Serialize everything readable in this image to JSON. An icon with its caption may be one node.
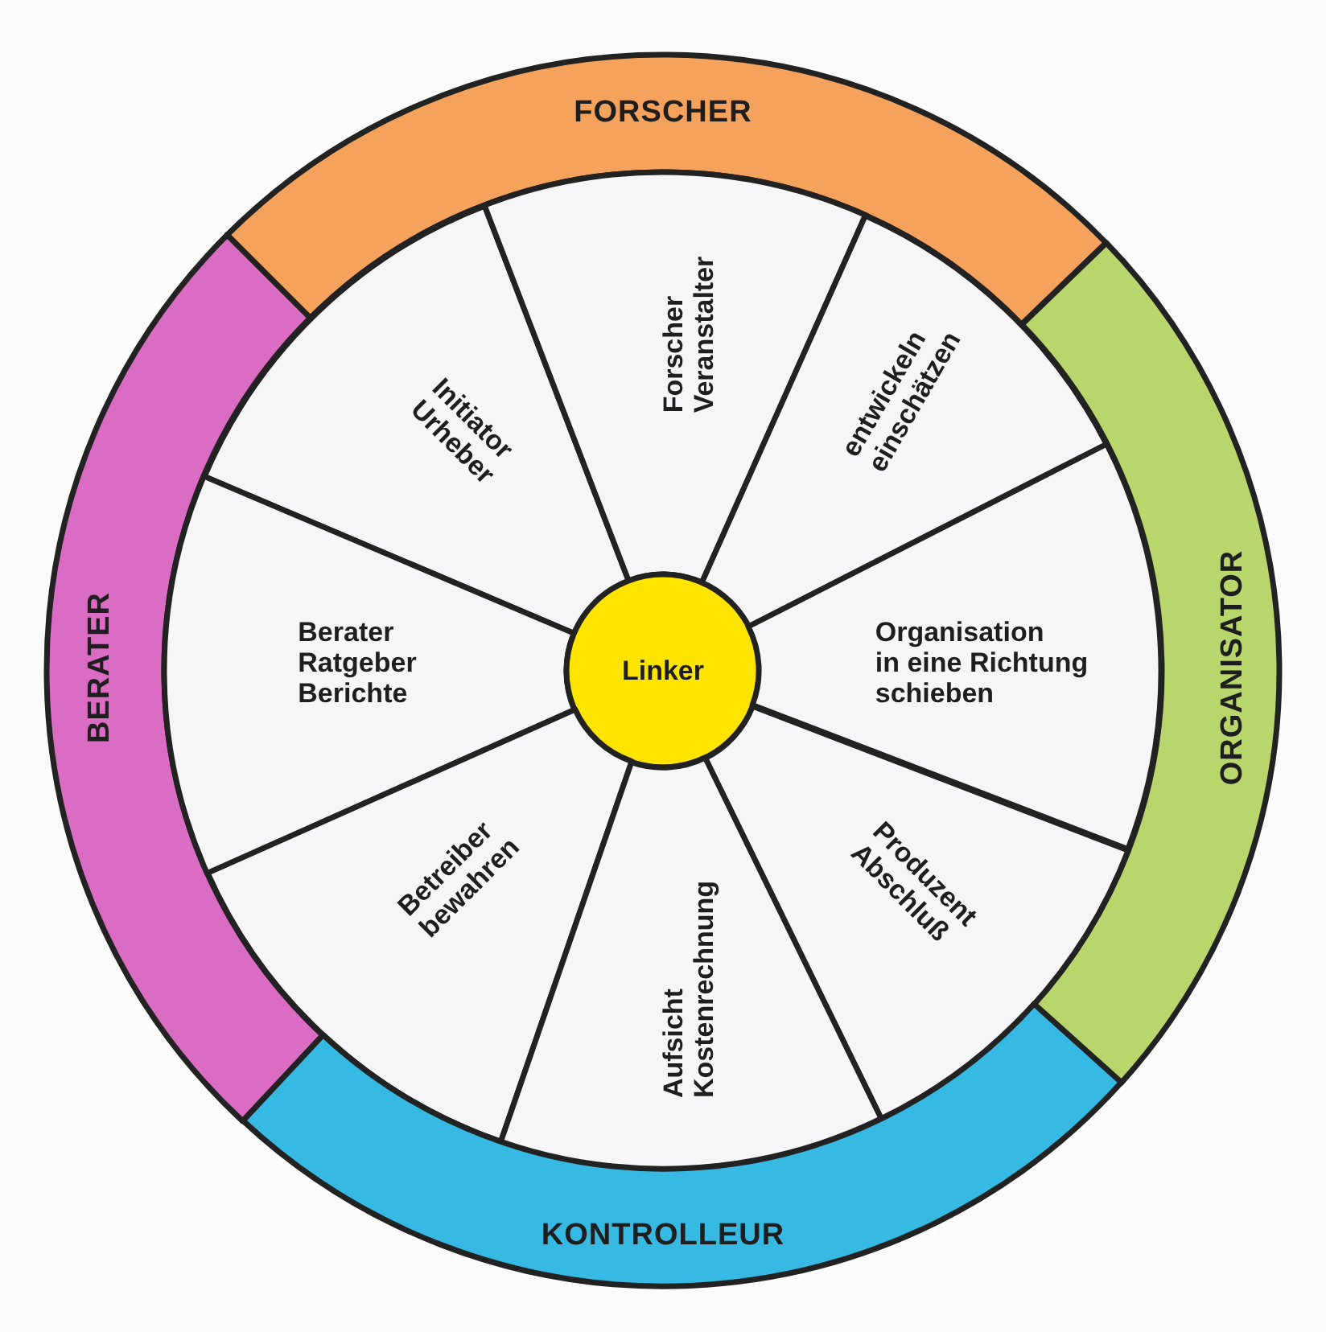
{
  "diagram": {
    "nodes": [
      {
        "text": [
          "FORSCHER"
        ]
      },
      {
        "text": [
          "Initiator",
          "Urheber"
        ]
      },
      {
        "text": [
          "Forscher",
          "Veranstalter"
        ]
      },
      {
        "text": [
          "entwickeln",
          "einschätzen"
        ]
      },
      {
        "text": [
          "BERATER"
        ]
      },
      {
        "text": [
          "Berater",
          "Ratgeber",
          "Berichte"
        ]
      },
      {
        "text": [
          "Linker"
        ]
      },
      {
        "text": [
          "Organisation",
          "in eine Richtung",
          "schieben"
        ]
      },
      {
        "text": [
          "ORGANISATOR"
        ]
      },
      {
        "text": [
          "Betreiber",
          "bewahren"
        ]
      },
      {
        "text": [
          "Produzent",
          "Abschluß"
        ]
      },
      {
        "text": [
          "Aufsicht",
          "Kostenrechnung"
        ]
      },
      {
        "text": [
          "KONTROLLEUR"
        ]
      }
    ]
  }
}
